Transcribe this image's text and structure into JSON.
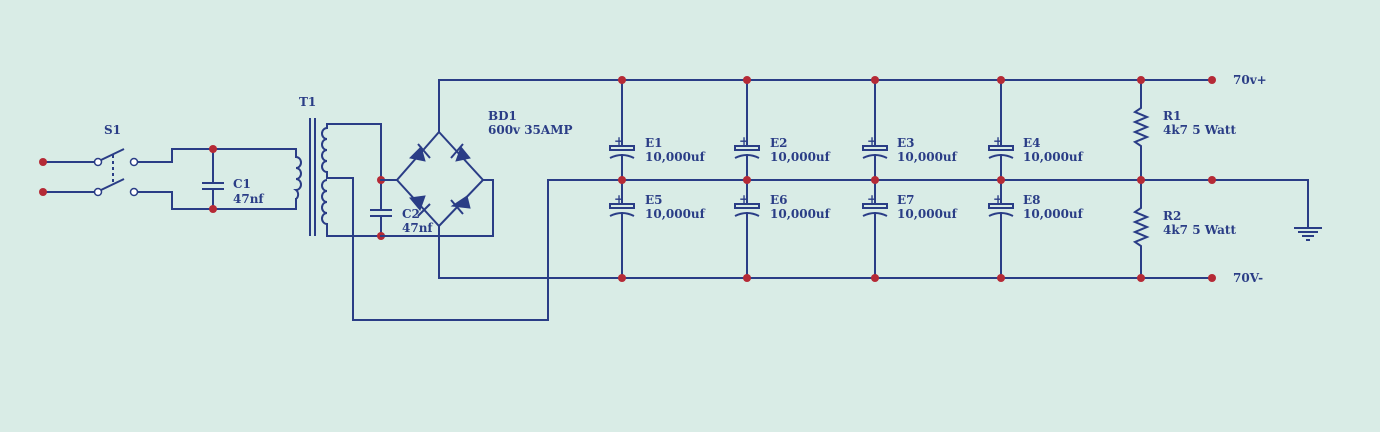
{
  "colors": {
    "background": "#d9ece6",
    "ink": "#2a3d86",
    "junction": "#b52a36"
  },
  "labels": {
    "switch": "S1",
    "transformer": "T1",
    "c1_name": "C1",
    "c1_value": "47nf",
    "c2_name": "C2",
    "c2_value": "47nf",
    "bridge_name": "BD1",
    "bridge_rating": "600v 35AMP",
    "r1_name": "R1",
    "r1_value": "4k7 5 Watt",
    "r2_name": "R2",
    "r2_value": "4k7 5 Watt",
    "out_pos": "70v+",
    "out_neg": "70V-"
  },
  "caps_top": [
    {
      "name": "E1",
      "value": "10,000uf"
    },
    {
      "name": "E2",
      "value": "10,000uf"
    },
    {
      "name": "E3",
      "value": "10,000uf"
    },
    {
      "name": "E4",
      "value": "10,000uf"
    }
  ],
  "caps_bottom": [
    {
      "name": "E5",
      "value": "10,000uf"
    },
    {
      "name": "E6",
      "value": "10,000uf"
    },
    {
      "name": "E7",
      "value": "10,000uf"
    },
    {
      "name": "E8",
      "value": "10,000uf"
    }
  ],
  "icons": {
    "ground": "ground-icon",
    "plus": "plus-sign"
  }
}
